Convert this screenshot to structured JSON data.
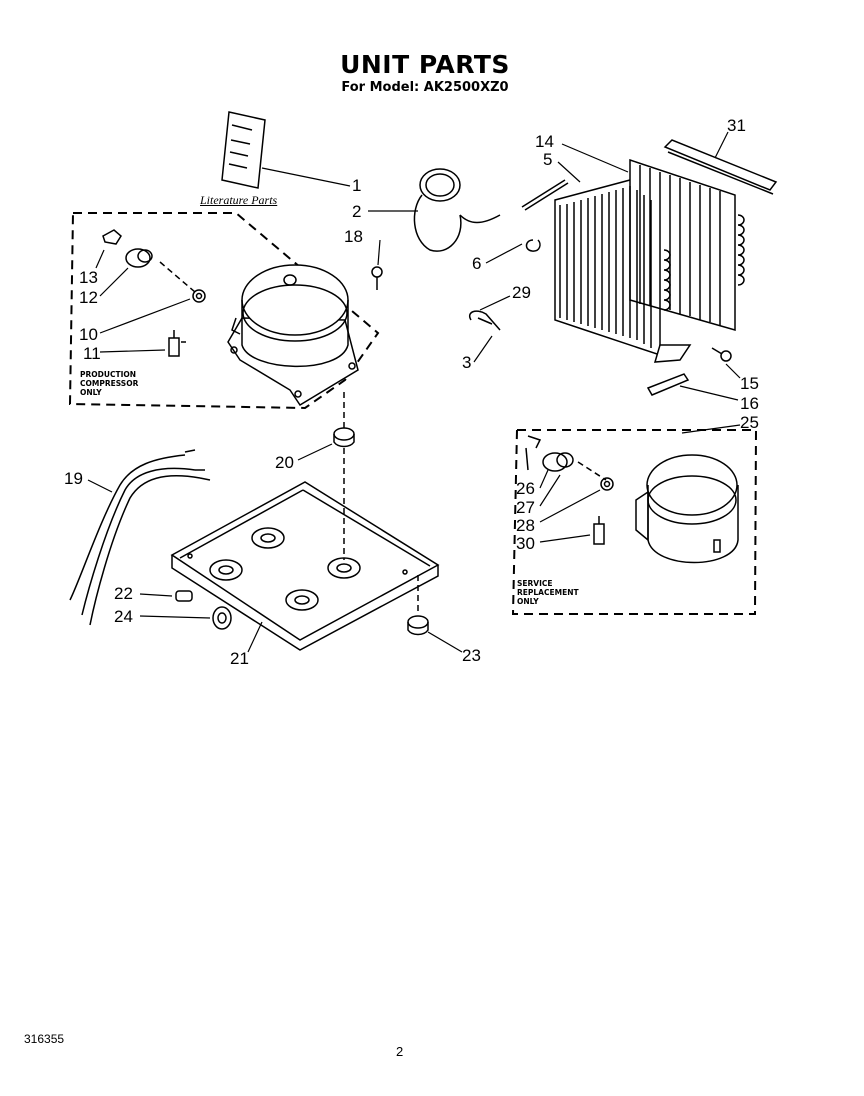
{
  "header": {
    "title": "UNIT PARTS",
    "model_line": "For Model: AK2500XZ0"
  },
  "literature_label": "Literature Parts",
  "notes": {
    "production": [
      "PRODUCTION",
      "COMPRESSOR",
      "ONLY"
    ],
    "service": [
      "SERVICE",
      "REPLACEMENT",
      "ONLY"
    ]
  },
  "callouts": {
    "c1": "1",
    "c2": "2",
    "c3": "3",
    "c5": "5",
    "c6": "6",
    "c10": "10",
    "c11": "11",
    "c12": "12",
    "c13": "13",
    "c14": "14",
    "c15": "15",
    "c16": "16",
    "c18": "18",
    "c19": "19",
    "c20": "20",
    "c21": "21",
    "c22": "22",
    "c23": "23",
    "c24": "24",
    "c25": "25",
    "c26": "26",
    "c27": "27",
    "c28": "28",
    "c29": "29",
    "c30": "30",
    "c31": "31"
  },
  "footer": {
    "doc_number": "316355",
    "page_number": "2"
  }
}
